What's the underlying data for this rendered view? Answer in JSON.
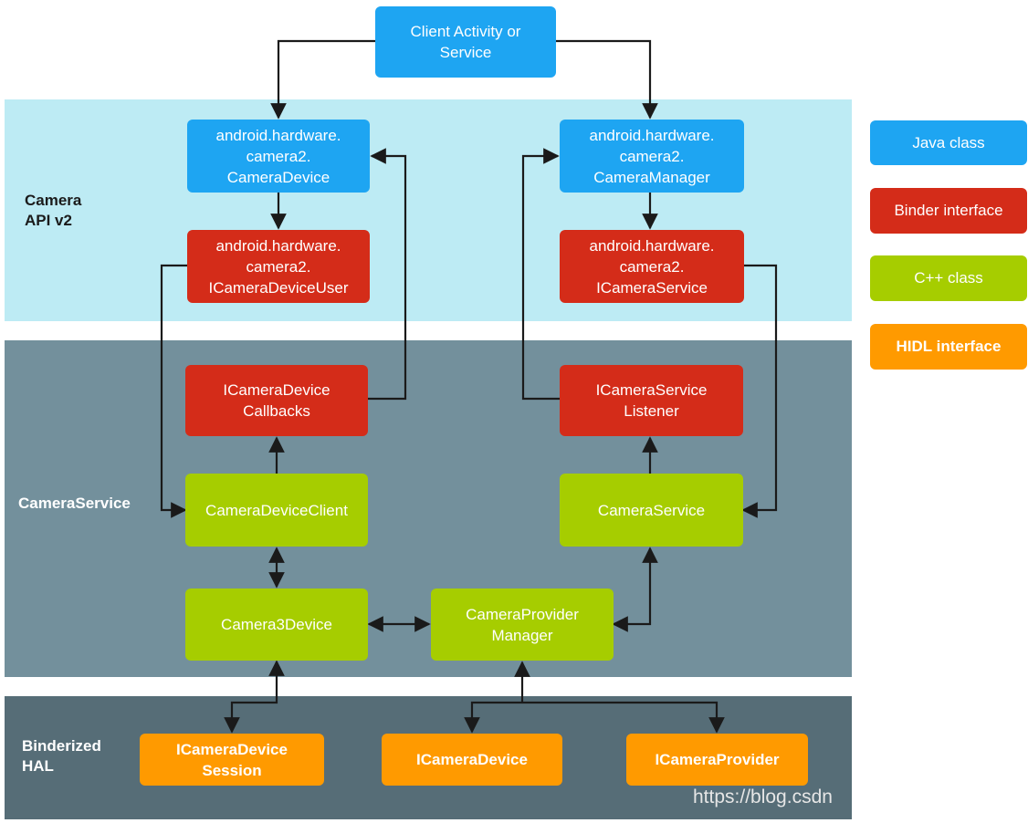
{
  "colors": {
    "java": "#1ea5f2",
    "binder": "#d42c19",
    "cpp": "#a6cd00",
    "hidl": "#ff9a00",
    "band_api": "#bdebf4",
    "band_service": "#73909c",
    "band_hal": "#566d77",
    "arrow": "#1a1a1a"
  },
  "bands": {
    "api": "Camera\nAPI v2",
    "service": "CameraService",
    "hal": "Binderized\nHAL"
  },
  "boxes": {
    "client": "Client Activity or\nService",
    "camera_device": "android.hardware.\ncamera2.\nCameraDevice",
    "camera_manager": "android.hardware.\ncamera2.\nCameraManager",
    "icamera_device_user": "android.hardware.\ncamera2.\nICameraDeviceUser",
    "icamera_service": "android.hardware.\ncamera2.\nICameraService",
    "icamera_device_callbacks": "ICameraDevice\nCallbacks",
    "icamera_service_listener": "ICameraService\nListener",
    "camera_device_client": "CameraDeviceClient",
    "camera_service": "CameraService",
    "camera3_device": "Camera3Device",
    "camera_provider_manager": "CameraProvider\nManager",
    "icamera_device_session": "ICameraDevice\nSession",
    "icamera_device": "ICameraDevice",
    "icamera_provider": "ICameraProvider"
  },
  "legend": {
    "java": "Java class",
    "binder": "Binder interface",
    "cpp": "C++ class",
    "hidl": "HIDL interface"
  },
  "watermark": "https://blog.csdn"
}
